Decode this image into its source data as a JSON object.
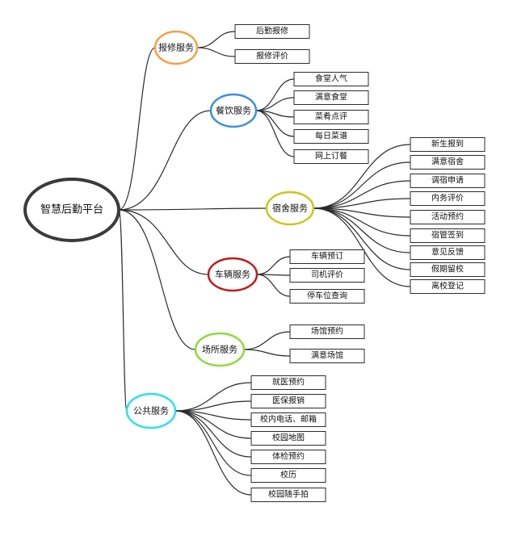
{
  "root": {
    "label": "智慧后勤平台"
  },
  "branches": [
    {
      "id": "repair",
      "label": "报修服务",
      "color": "#f5a04a",
      "items": [
        "后勤报修",
        "报修评价"
      ]
    },
    {
      "id": "dining",
      "label": "餐饮服务",
      "color": "#3d8fe0",
      "items": [
        "食堂人气",
        "满意食堂",
        "菜肴点评",
        "每日菜谱",
        "网上订餐"
      ]
    },
    {
      "id": "dorm",
      "label": "宿舍服务",
      "color": "#c8c81e",
      "items": [
        "新生报到",
        "满意宿舍",
        "调宿申请",
        "内务评价",
        "活动预约",
        "宿管签到",
        "意见反馈",
        "假期留校",
        "离校登记"
      ]
    },
    {
      "id": "vehicle",
      "label": "车辆服务",
      "color": "#c21a1a",
      "items": [
        "车辆预订",
        "司机评价",
        "停车位查询"
      ]
    },
    {
      "id": "venue",
      "label": "场所服务",
      "color": "#8cdc3a",
      "items": [
        "场馆预约",
        "满意场馆"
      ]
    },
    {
      "id": "public",
      "label": "公共服务",
      "color": "#2ee0ee",
      "items": [
        "就医预约",
        "医保报销",
        "校内电话、邮箱",
        "校园地图",
        "体检预约",
        "校历",
        "校园随手拍"
      ]
    }
  ]
}
